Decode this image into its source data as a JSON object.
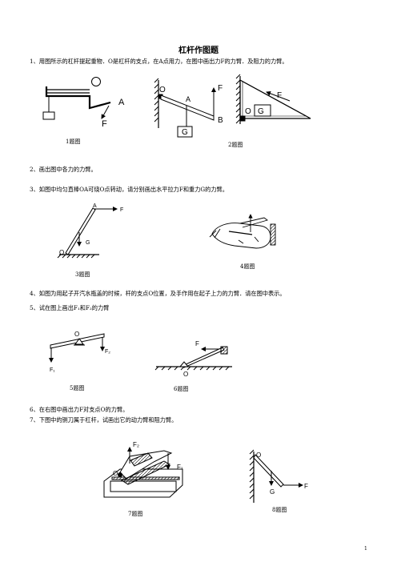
{
  "title": "杠杆作图题",
  "questions": [
    "1、用图所示的杠杆提起重物．O是杠杆的支点，在A点用力，在图中画出力F的力臂．及阻力的力臂。",
    "2、画出图中各力的力臂。",
    "3、如图中均匀直棒OA可绕O点转动，请分别画出水平拉力F和重力G的力臂。",
    "4、如图为用起子开汽水瓶盖的时候，杆的支点O位置，及手作用在起子上力的力臂．请在图中表示。",
    "5、试在图上画出F₁和F₂的力臂",
    "6、在右图中画出力F对支点O的力臂。",
    "7、下图中的铡刀属于杠杆，试画出它的动力臂和阻力臂。"
  ],
  "captions": {
    "fig1": "1题图",
    "fig2": "2题图",
    "fig3": "3题图",
    "fig4": "4题图",
    "fig5": "5题图",
    "fig6": "6题图",
    "fig7": "7题图",
    "fig8": "8题图"
  },
  "labels": {
    "O": "O",
    "A": "A",
    "B": "B",
    "F": "F",
    "G": "G",
    "F1": "F₁",
    "F2": "F₂",
    "F1b": "F1",
    "F2b": "F2"
  },
  "page_number": "1"
}
